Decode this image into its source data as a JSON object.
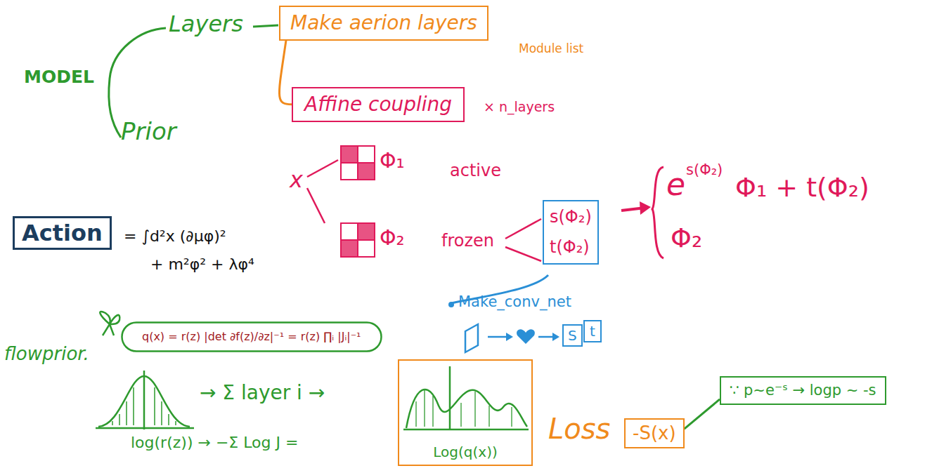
{
  "diagram": {
    "nodes": [
      {
        "text": [
          "Make aerion layers"
        ]
      },
      {
        "text": [
          "Affine coupling"
        ]
      },
      {
        "text": [
          "Action"
        ]
      },
      {
        "text": [
          "s(Φ₂)",
          "t(Φ₂)"
        ]
      },
      {
        "text": [
          "S"
        ]
      },
      {
        "text": [
          "t"
        ]
      },
      {
        "text": [
          "q(x) = r(z) |det ∂f(z)/∂z|⁻¹ = r(z) ∏ᵢ |Jᵢ|⁻¹"
        ]
      },
      {
        "text": [
          "Log(q(x))"
        ]
      },
      {
        "text": [
          "-S(x)"
        ]
      },
      {
        "text": [
          "∵ p~e⁻ˢ → logp ~ -s"
        ]
      }
    ],
    "edges": [
      {
        "from": 0,
        "to": 1,
        "arrow": "none"
      },
      {
        "from": 8,
        "to": 9,
        "arrow": "none"
      }
    ],
    "labels": [
      "MODEL",
      "Layers",
      "Module list",
      "× n_layers",
      "Prior",
      "x",
      "Φ₁",
      "active",
      "Φ₂",
      "frozen",
      "e",
      "s(Φ₂)",
      "Φ₁ + t(Φ₂)",
      "Φ₂",
      "= ∫d²x (∂μφ)²",
      "+ m²φ² + λφ⁴",
      "Make_conv_net",
      "flowprior.",
      "→ Σ layer i →",
      "log(r(z)) → −Σ Log J =",
      "Loss"
    ]
  }
}
